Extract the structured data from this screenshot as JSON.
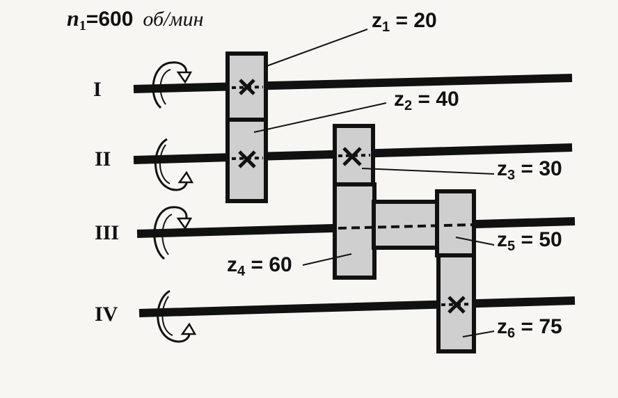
{
  "speed": {
    "symbol": "n",
    "index": "1",
    "eq": "=",
    "value": "600",
    "unit": "об/мин"
  },
  "shafts": [
    {
      "label": "I"
    },
    {
      "label": "II"
    },
    {
      "label": "III"
    },
    {
      "label": "IV"
    }
  ],
  "gears": [
    {
      "symbol": "z",
      "index": "1",
      "eq": " = ",
      "teeth": "20"
    },
    {
      "symbol": "z",
      "index": "2",
      "eq": " = ",
      "teeth": "40"
    },
    {
      "symbol": "z",
      "index": "3",
      "eq": " = ",
      "teeth": "30"
    },
    {
      "symbol": "z",
      "index": "4",
      "eq": " = ",
      "teeth": "60"
    },
    {
      "symbol": "z",
      "index": "5",
      "eq": " = ",
      "teeth": "50"
    },
    {
      "symbol": "z",
      "index": "6",
      "eq": " = ",
      "teeth": "75"
    }
  ],
  "colors": {
    "ink": "#111111",
    "gear_fill": "#cfcfcf",
    "background": "#f7f6f3"
  }
}
